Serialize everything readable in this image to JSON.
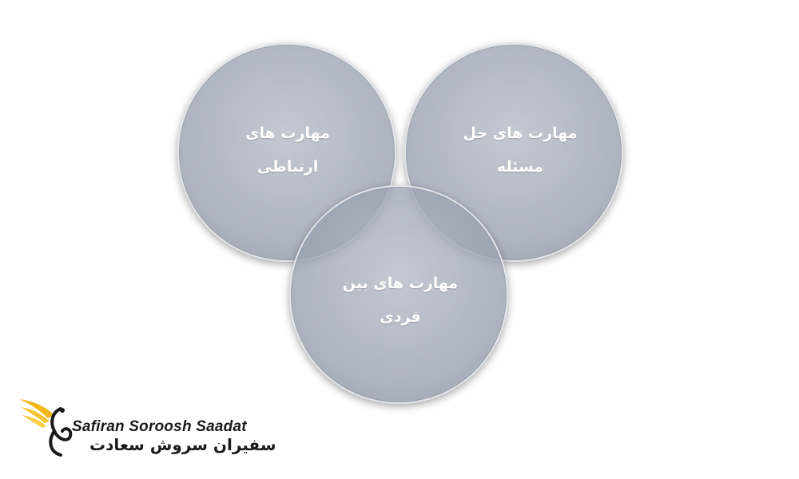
{
  "diagram": {
    "nodes": [
      {
        "id": "communication",
        "text": "مهارت های ارتباطی"
      },
      {
        "id": "problem_solving",
        "text": "مهارت های حل مسئله"
      },
      {
        "id": "interpersonal",
        "text": "مهارت های بین فردی"
      }
    ]
  },
  "logo": {
    "name_en": "Safiran Soroosh Saadat",
    "name_fa": "سفیران سروش سعادت"
  },
  "colors": {
    "circle_fill": "#9ea6b3",
    "circle_text": "#ffffff",
    "logo_text": "#1a1a1a",
    "logo_wing": "#f2b81c"
  }
}
